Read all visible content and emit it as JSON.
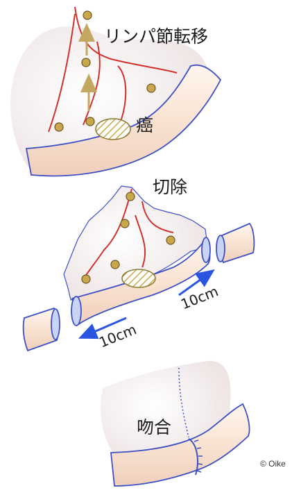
{
  "labels": {
    "lymph_metastasis": "リンパ節転移",
    "cancer": "癌",
    "resection": "切除",
    "margin_right": "10cm",
    "margin_left": "10cm",
    "anastomosis": "吻合",
    "copyright": "© Oike"
  },
  "colors": {
    "mesentery_fill": "#f1eaea",
    "bowel_fill": "#f7e6d8",
    "bowel_outline": "#3d4fc4",
    "vessel": "#d0312d",
    "lymph_node": "#c8a84a",
    "spread_arrow": "#c2a860",
    "margin_arrow": "#2a55e0"
  }
}
